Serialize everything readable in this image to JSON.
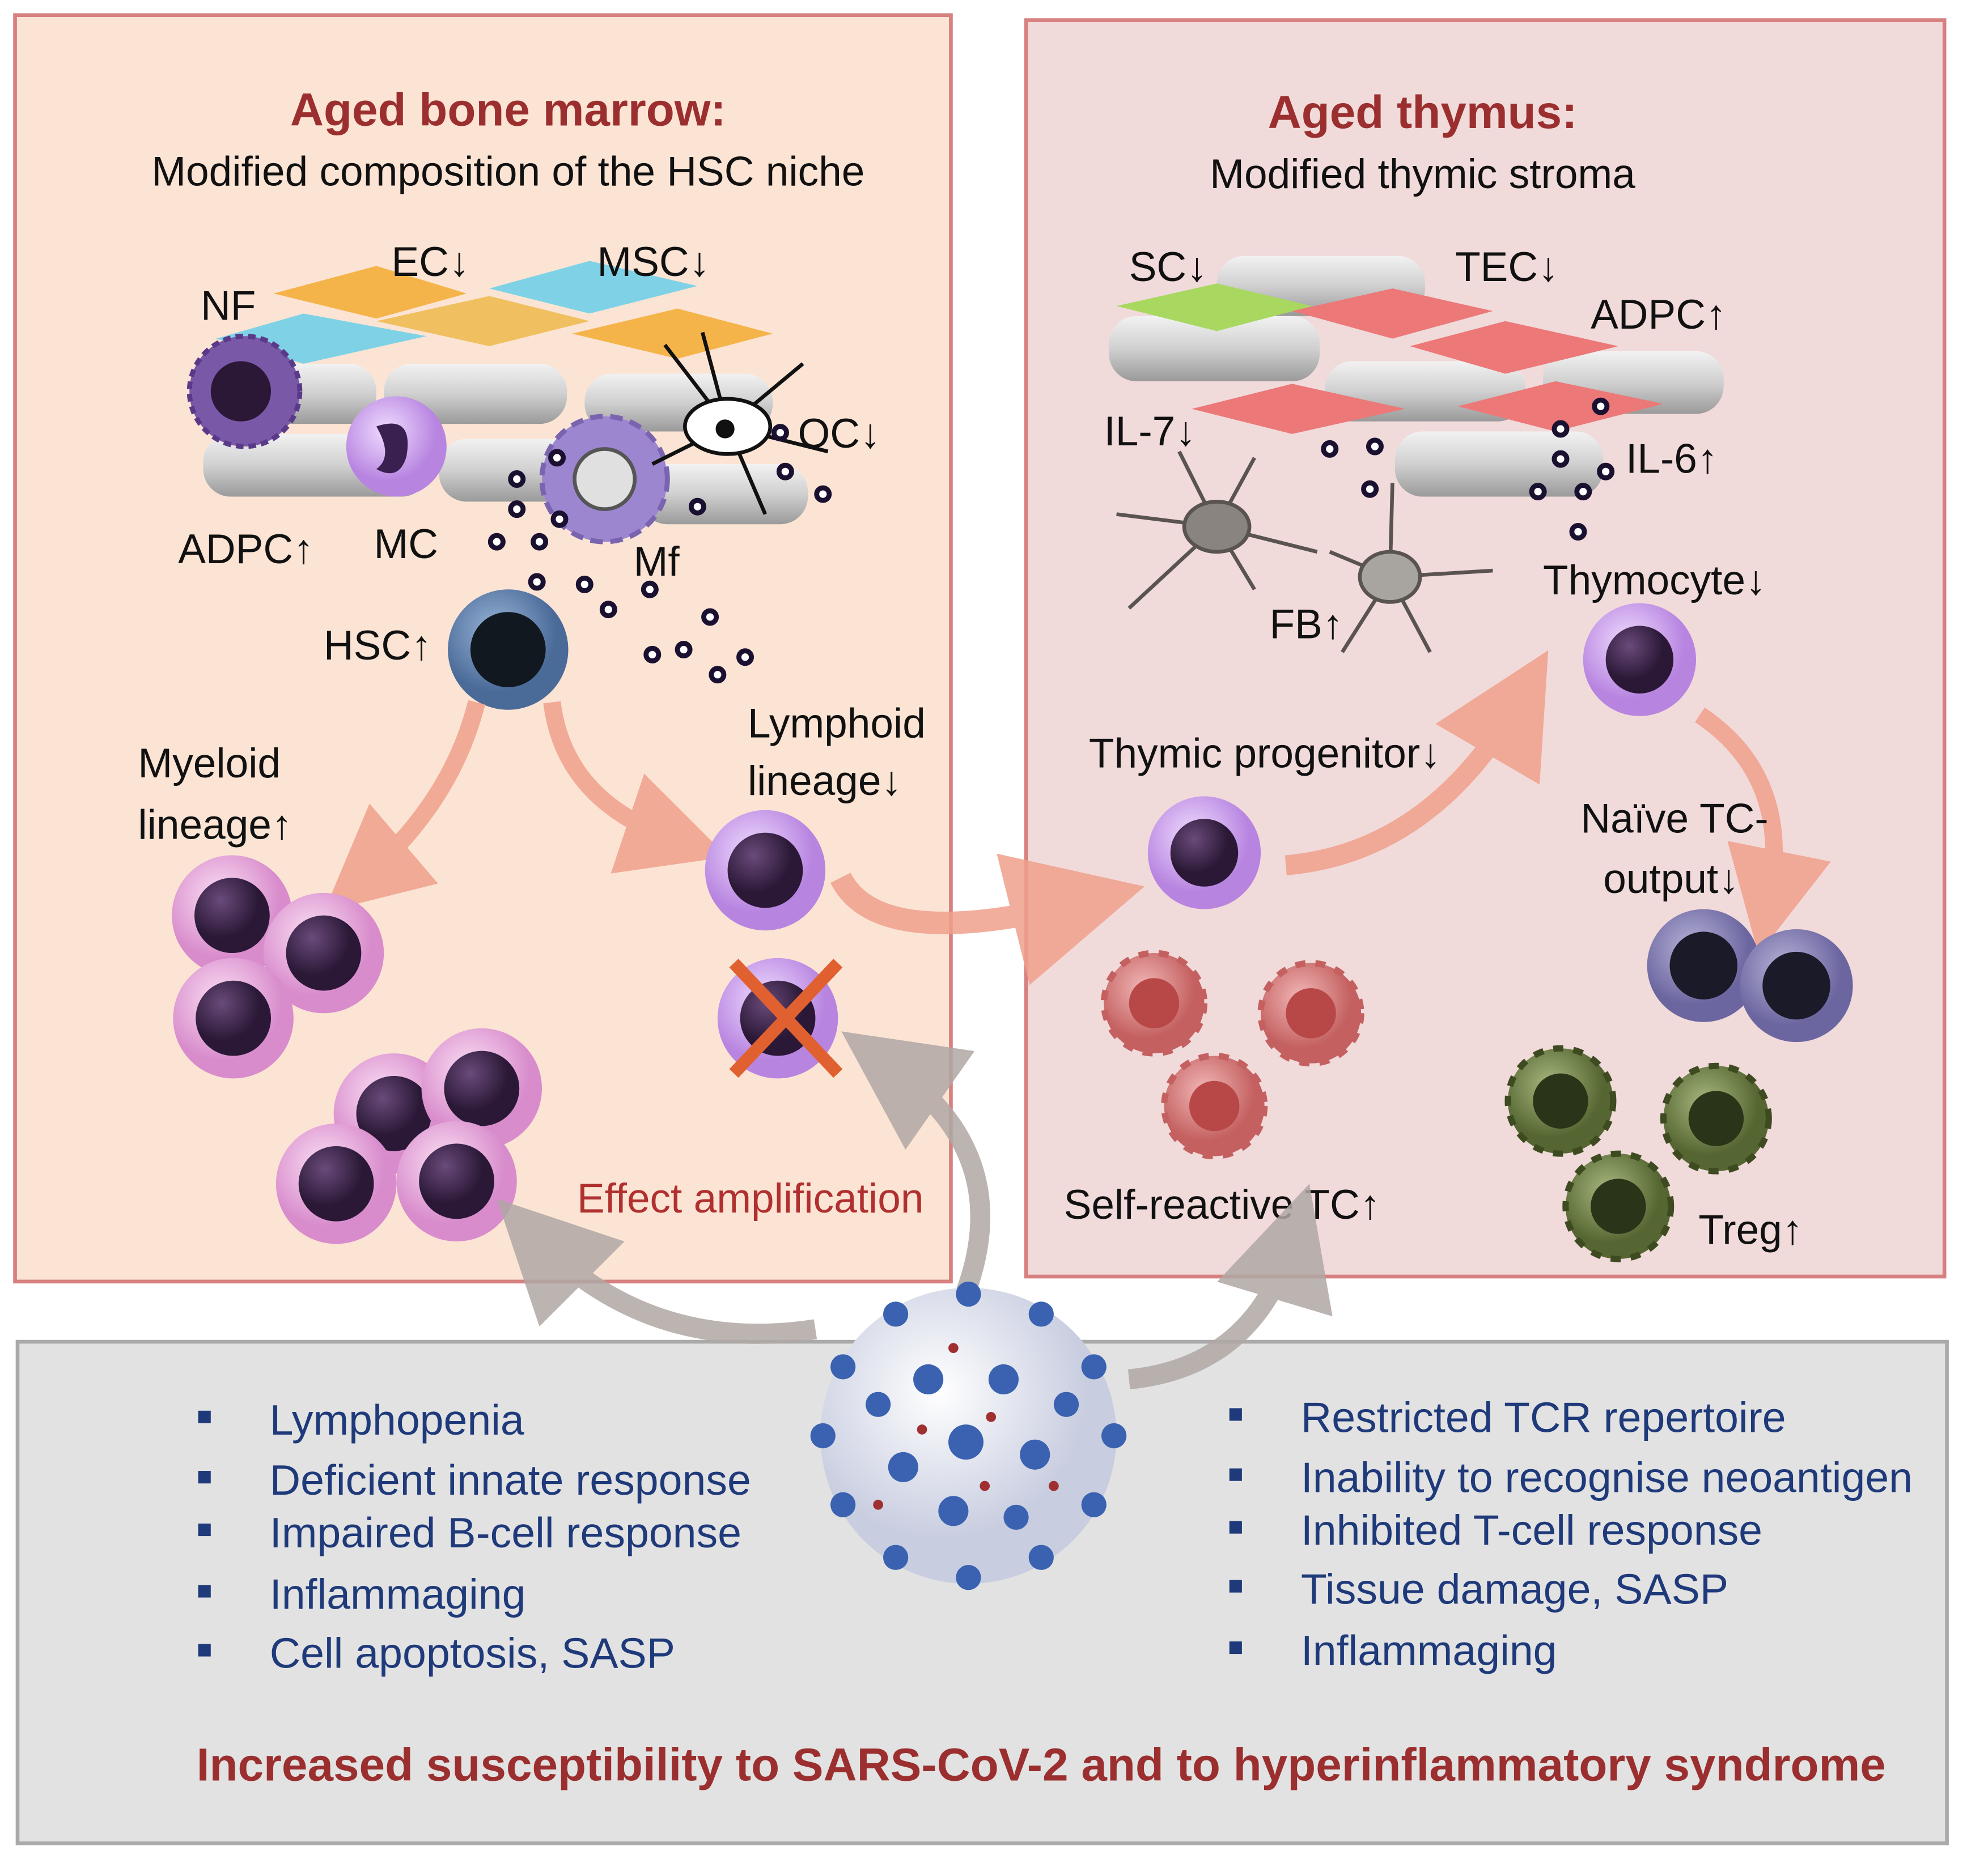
{
  "bone_marrow": {
    "title": "Aged bone marrow:",
    "subtitle": "Modified composition of the HSC niche",
    "labels": {
      "nf": "NF",
      "ec": "EC↓",
      "msc": "MSC↓",
      "oc": "OC↓",
      "adpc": "ADPC↑",
      "mc": "MC",
      "mf": "Mf",
      "hsc": "HSC↑",
      "myeloid_1": "Myeloid",
      "myeloid_2": "lineage↑",
      "lymphoid_1": "Lymphoid",
      "lymphoid_2": "lineage↓",
      "effect": "Effect amplification"
    }
  },
  "thymus": {
    "title": "Aged thymus:",
    "subtitle": "Modified thymic stroma",
    "labels": {
      "sc": "SC↓",
      "tec": "TEC↓",
      "adpc": "ADPC↑",
      "il7": "IL-7↓",
      "il6": "IL-6↑",
      "fb": "FB↑",
      "thymocyte": "Thymocyte↓",
      "progenitor": "Thymic progenitor↓",
      "naive_1": "Naïve TC-",
      "naive_2": "output↓",
      "self_reactive": "Self-reactive TC↑",
      "treg": "Treg↑"
    }
  },
  "consequences": {
    "left": [
      "Lymphopenia",
      "Deficient innate response",
      "Impaired B-cell response",
      "Inflammaging",
      "Cell apoptosis, SASP"
    ],
    "right": [
      "Restricted TCR repertoire",
      "Inability to recognise neoantigen",
      "Inhibited T-cell response",
      "Tissue damage, SASP",
      "Inflammaging"
    ],
    "conclusion": "Increased susceptibility to SARS-CoV-2 and to hyperinflammatory syndrome"
  },
  "colors": {
    "title": "#9b2f2f",
    "list": "#1f3a7a",
    "bm_bg": "#fce4d4",
    "thymus_bg": "#f1dada",
    "bottom_bg": "#e2e2e2"
  }
}
